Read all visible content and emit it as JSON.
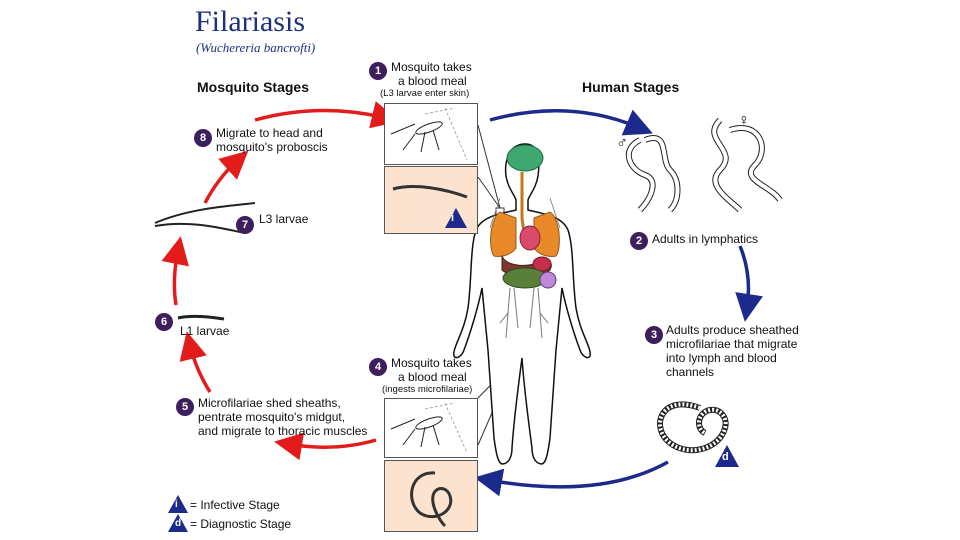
{
  "title": "Filariasis",
  "subtitle": "(Wuchereria bancrofti)",
  "sections": {
    "mosquito": "Mosquito Stages",
    "human": "Human Stages"
  },
  "steps": [
    {
      "n": "1",
      "line1": "Mosquito takes",
      "line2": "a blood meal",
      "sub": "(L3 larvae enter skin)"
    },
    {
      "n": "2",
      "text": "Adults in lymphatics"
    },
    {
      "n": "3",
      "line1": "Adults produce sheathed",
      "line2": "microfilariae that migrate",
      "line3": "into lymph and blood",
      "line4": "channels"
    },
    {
      "n": "4",
      "line1": "Mosquito takes",
      "line2": "a blood meal",
      "sub": "(ingests microfilariae)"
    },
    {
      "n": "5",
      "line1": "Microfilariae shed sheaths,",
      "line2": "pentrate mosquito's midgut,",
      "line3": "and migrate to thoracic muscles"
    },
    {
      "n": "6",
      "text": "L1 larvae"
    },
    {
      "n": "7",
      "text": "L3 larvae"
    },
    {
      "n": "8",
      "line1": "Migrate to head and",
      "line2": "mosquito's proboscis"
    }
  ],
  "legend": {
    "infective_letter": "i",
    "infective": "= Infective Stage",
    "diagnostic_letter": "d",
    "diagnostic": "= Diagnostic Stage"
  },
  "symbols": {
    "male": "♂",
    "female": "♀"
  },
  "colors": {
    "mosquito_arrow": "#e41b1b",
    "human_arrow": "#1c2a8c",
    "step_circle": "#3c1f5c",
    "marker": "#1c2a8c"
  }
}
